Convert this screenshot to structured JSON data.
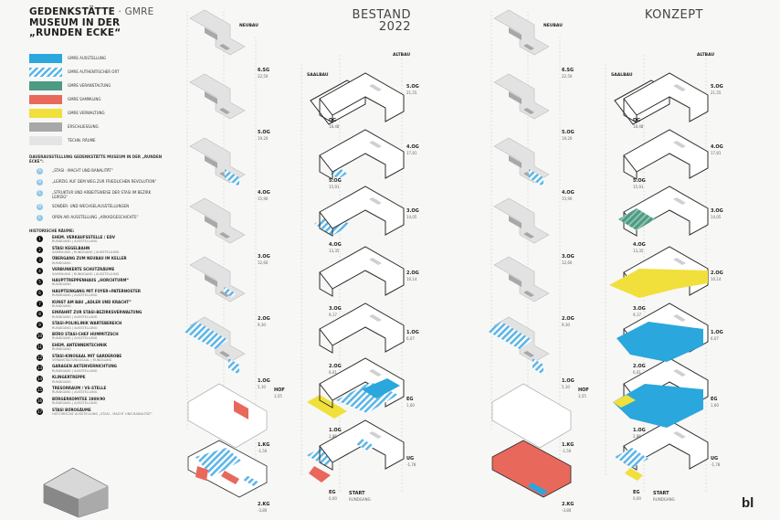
{
  "title": {
    "line1": "GEDENKSTÄTTE",
    "gm": " · GMRE",
    "line2": "MUSEUM IN DER",
    "line3": "„RUNDEN ECKE“"
  },
  "categories": [
    {
      "label": "GMRE AUSSTELLUNG",
      "color": "#2aa7dc"
    },
    {
      "label": "GMRE AUTHENTISCHER ORT",
      "color": "#9fd2ee"
    },
    {
      "label": "GMRE VERANSTALTUNG",
      "color": "#4e9a83"
    },
    {
      "label": "GMRE SAMMLUNG",
      "color": "#e8685c"
    },
    {
      "label": "GMRE VERWALTUNG",
      "color": "#f1df3c"
    },
    {
      "label": "ERSCHLIESSUNG",
      "color": "#a8a8a8"
    },
    {
      "label": "TECHN. RÄUME",
      "color": "#e4e4e4"
    }
  ],
  "exhibition_heading": "DAUERAUSSTELLUNG GEDENKSTÄTTE MUSEUM IN DER „RUNDEN ECKE“:",
  "exhibitions": [
    {
      "letter": "A",
      "text": "„STASI - MACHT UND BANALITÄT“"
    },
    {
      "letter": "B",
      "text": "„LEIPZIG AUF DEM WEG ZUR FRIEDLICHEN REVOLUTION“"
    },
    {
      "letter": "C",
      "text": "„STRUKTUR UND ARBEITSWEISE DER STASI IM BEZIRK LEIPZIG“"
    },
    {
      "letter": "D",
      "text": "SONDER- UND WECHSELAUSSTELLUNGEN"
    },
    {
      "letter": "E",
      "text": "OPEN AIR AUSSTELLUNG „ARKADGESCHICHTE“"
    }
  ],
  "history_heading": "HISTORISCHE RÄUME:",
  "rooms": [
    {
      "n": "1",
      "name": "EHEM. VERKAUFSSTELLE / EDV",
      "sub": "RUNDGANG | AUSSTELLUNG"
    },
    {
      "n": "2",
      "name": "STASI KEGELBAHN",
      "sub": "SAMMLUNG | RUNDGANG | AUSSTELLUNG"
    },
    {
      "n": "3",
      "name": "ÜBERGANG ZUM NEUBAU IM KELLER",
      "sub": "RUNDGANG"
    },
    {
      "n": "4",
      "name": "VERBUNKERTE SCHUTZRÄUME",
      "sub": "SAMMLUNG | RUNDGANG | AUSSTELLUNG"
    },
    {
      "n": "5",
      "name": "HAUPTTREPPENHAUS „HORCHTURM“",
      "sub": "RUNDGANG"
    },
    {
      "n": "6",
      "name": "HAUPTEINGANG MIT FOYER+PATERNOSTER",
      "sub": "RUNDGANG | AUSSTELLUNG"
    },
    {
      "n": "7",
      "name": "KUNST AM BAU „ADLER UND KRACHT“",
      "sub": "RUNDGANG"
    },
    {
      "n": "8",
      "name": "EINFAHRT ZUR STASI-BEZIRKSVERWALTUNG",
      "sub": "RUNDGANG | AUSSTELLUNG"
    },
    {
      "n": "9",
      "name": "STASI-POLIKLINIK WARTEBEREICH",
      "sub": "RUNDGANG | AUSSTELLUNG"
    },
    {
      "n": "10",
      "name": "BÜRO STASI-CHEF HUMMITZSCH",
      "sub": "RUNDGANG | AUSSTELLUNG"
    },
    {
      "n": "11",
      "name": "EHEM. ANTENNENTECHNIK",
      "sub": "RUNDGANG"
    },
    {
      "n": "12",
      "name": "STASI-KINOSAAL MIT GARDEROBE",
      "sub": "VERANSTALTUNGSSAAL | RUNDGANG"
    },
    {
      "n": "13",
      "name": "GARAGEN AKTENVERNICHTUNG",
      "sub": "RUNDGANG | AUSSTELLUNG"
    },
    {
      "n": "14",
      "name": "KLINGERTREPPE",
      "sub": "RUNDGANG"
    },
    {
      "n": "15",
      "name": "TRESORRAUM / VS-STELLE",
      "sub": "RUNDGANG | AUSSTELLUNG"
    },
    {
      "n": "16",
      "name": "BÜRGERKOMITEE 1989/90",
      "sub": "RUNDGANG | AUSSTELLUNG"
    },
    {
      "n": "17",
      "name": "STASI BÜROSÄUME",
      "sub": "HISTORISCHE AUSSTELLUNG „STASI - MACHT UND BANALITÄT“"
    }
  ],
  "headers": {
    "bestand": "BESTAND",
    "year": "2022",
    "konzept": "KONZEPT"
  },
  "buildings": {
    "neubau": "NEUBAU",
    "saalbau": "SAALBAU",
    "altbau": "ALTBAU"
  },
  "levels_left": [
    {
      "name": "6.SG",
      "h": "22,50"
    },
    {
      "name": "5.OG",
      "h": "19,20"
    },
    {
      "name": "4.OG",
      "h": "15,90"
    },
    {
      "name": "3.OG",
      "h": "12,60"
    },
    {
      "name": "2.OG",
      "h": "9,30"
    },
    {
      "name": "1.OG",
      "h": "5,10"
    },
    {
      "name": "1.KG",
      "h": "-1,50"
    },
    {
      "name": "2.KG",
      "h": "-3,80"
    }
  ],
  "levels_mid": [
    {
      "name": "DG",
      "h": "18,48"
    },
    {
      "name": "5.OG",
      "h": "15,91"
    },
    {
      "name": "4.OG",
      "h": "13,35"
    },
    {
      "name": "3.OG",
      "h": "9,17"
    },
    {
      "name": "2.OG",
      "h": "6,01"
    },
    {
      "name": "1.OG",
      "h": "2,86"
    },
    {
      "name": "EG",
      "h": "0,00"
    }
  ],
  "levels_right": [
    {
      "name": "5.OG",
      "h": "21,55"
    },
    {
      "name": "4.OG",
      "h": "17,81"
    },
    {
      "name": "3.OG",
      "h": "14,05"
    },
    {
      "name": "2.OG",
      "h": "10,14"
    },
    {
      "name": "1.OG",
      "h": "6,07"
    },
    {
      "name": "EG",
      "h": "1,60"
    },
    {
      "name": "UG",
      "h": "-1,78"
    }
  ],
  "hof": {
    "name": "HOF",
    "h": "3,55"
  },
  "start": {
    "line1": "START",
    "line2": "RUNDGANG"
  },
  "logo": "bl"
}
